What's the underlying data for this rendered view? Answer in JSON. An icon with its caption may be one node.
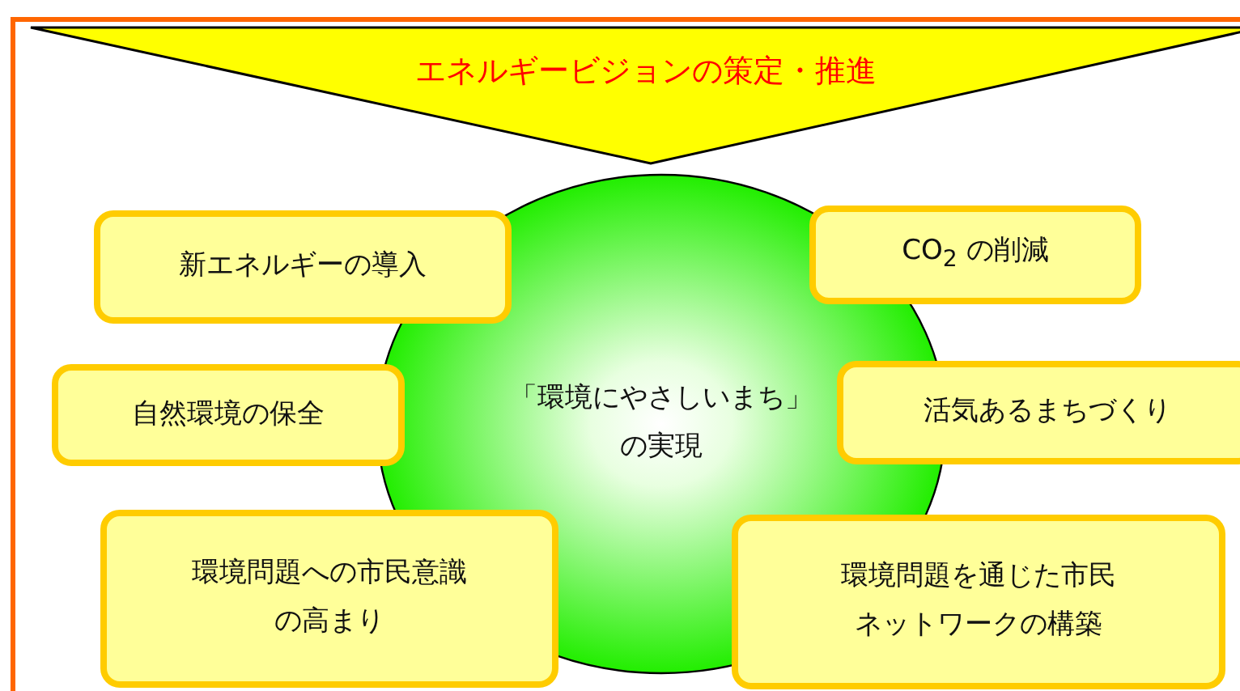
{
  "diagram": {
    "nodes": [
      {
        "text": [
          "エネルギービジョンの策定・推進"
        ]
      },
      {
        "text": [
          "「環境にやさしいまち」の実現"
        ]
      },
      {
        "text": [
          "新エネルギーの導入"
        ]
      },
      {
        "text": [
          "CO$_{2}$ の削減"
        ]
      },
      {
        "text": [
          "自然環境の保全"
        ]
      },
      {
        "text": [
          "活気あるまちづくり"
        ]
      },
      {
        "text": [
          "環境問題への市民意識の高まり"
        ]
      },
      {
        "text": [
          "環境問題を通じた市民ネットワークの構築"
        ]
      }
    ]
  }
}
